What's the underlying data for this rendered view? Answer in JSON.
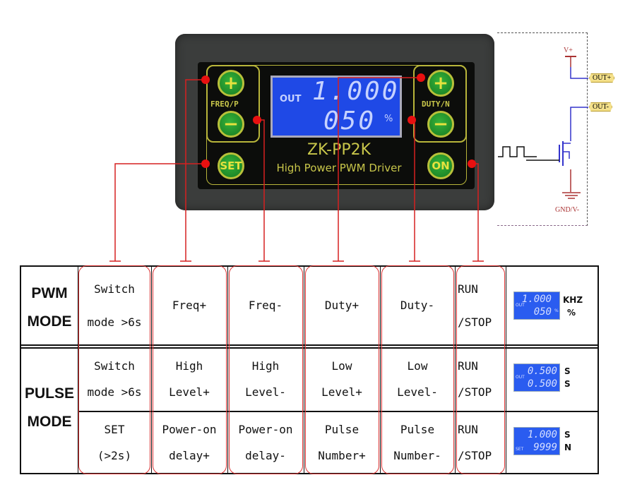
{
  "device": {
    "model": "ZK-PP2K",
    "subtitle": "High Power PWM Driver",
    "left_group_label": "FREQ/P",
    "right_group_label": "DUTY/N",
    "buttons": {
      "plus": "+",
      "minus": "−",
      "set": "SET",
      "on": "ON"
    },
    "lcd": {
      "indicator": "OUT",
      "line1": "1.000",
      "line2": "050",
      "unit2": "%"
    }
  },
  "schematic": {
    "vplus": "V+",
    "out_plus": "OUT+",
    "out_minus": "OUT-",
    "gnd": "GND/V-"
  },
  "table": {
    "rows": [
      {
        "mode": [
          "PWM",
          "MODE"
        ],
        "cells": [
          [
            "Switch",
            "mode >6s"
          ],
          [
            "Freq+"
          ],
          [
            "Freq-"
          ],
          [
            "Duty+"
          ],
          [
            "Duty-"
          ],
          [
            "RUN",
            "/STOP"
          ]
        ],
        "lcd": {
          "indicator_top": "OUT",
          "line1": "1.000",
          "line2": "050",
          "mark": "%",
          "units": [
            "KHZ",
            "%"
          ]
        }
      },
      {
        "mode": [
          "PULSE",
          "MODE"
        ],
        "cells": [
          [
            "Switch",
            "mode >6s"
          ],
          [
            "High",
            "Level+"
          ],
          [
            "High",
            "Level-"
          ],
          [
            "Low",
            "Level+"
          ],
          [
            "Low",
            "Level-"
          ],
          [
            "RUN",
            "/STOP"
          ]
        ],
        "lcd": {
          "indicator_top": "OUT",
          "line1": "0.500",
          "line2": "0.500",
          "units": [
            "S",
            "S"
          ]
        }
      },
      {
        "cells": [
          [
            "SET",
            "(>2s)"
          ],
          [
            "Power-on",
            "delay+"
          ],
          [
            "Power-on",
            "delay-"
          ],
          [
            "Pulse",
            "Number+"
          ],
          [
            "Pulse",
            "Number-"
          ],
          [
            "RUN",
            "/STOP"
          ]
        ],
        "lcd": {
          "indicator_bottom": "SET",
          "line1": "1.000",
          "line2": "9999",
          "units": [
            "S",
            "N"
          ]
        }
      }
    ]
  },
  "colors": {
    "callout": "#d62020",
    "lcd": "#1f49e6",
    "button": "#1f8f2a"
  }
}
